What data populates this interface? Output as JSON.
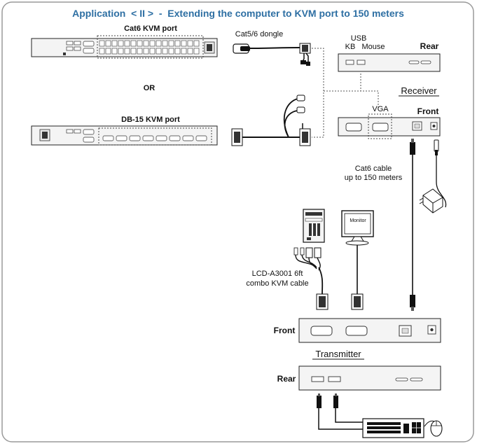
{
  "title": "Application  < II >  -  Extending the computer to KVM port to 150 meters",
  "colors": {
    "title": "#2e6fa3",
    "frame": "#999999",
    "line": "#111111",
    "device_fill": "#f4f4f4",
    "dotted": "#555555"
  },
  "labels": {
    "cat6_kvm_port": "Cat6 KVM port",
    "cat56_dongle": "Cat5/6 dongle",
    "or": "OR",
    "db15_kvm_port": "DB-15  KVM port",
    "usb": "USB",
    "kb": "KB",
    "mouse": "Mouse",
    "rear_top": "Rear",
    "receiver": "Receiver",
    "vga": "VGA",
    "front_top": "Front",
    "cat6_cable_line1": "Cat6 cable",
    "cat6_cable_line2": "up to 150 meters",
    "monitor": "Monitor",
    "combo_cable_line1": "LCD-A3001 6ft",
    "combo_cable_line2": "combo KVM cable",
    "front_bottom": "Front",
    "transmitter": "Transmitter",
    "rear_bottom": "Rear"
  },
  "icons": [
    "kvm-switch-cat6-icon",
    "kvm-switch-db15-icon",
    "dongle-icon",
    "receiver-rear-icon",
    "receiver-front-icon",
    "power-adapter-icon",
    "pc-tower-icon",
    "monitor-icon",
    "transmitter-front-icon",
    "transmitter-rear-icon",
    "keyboard-icon",
    "mouse-icon"
  ]
}
